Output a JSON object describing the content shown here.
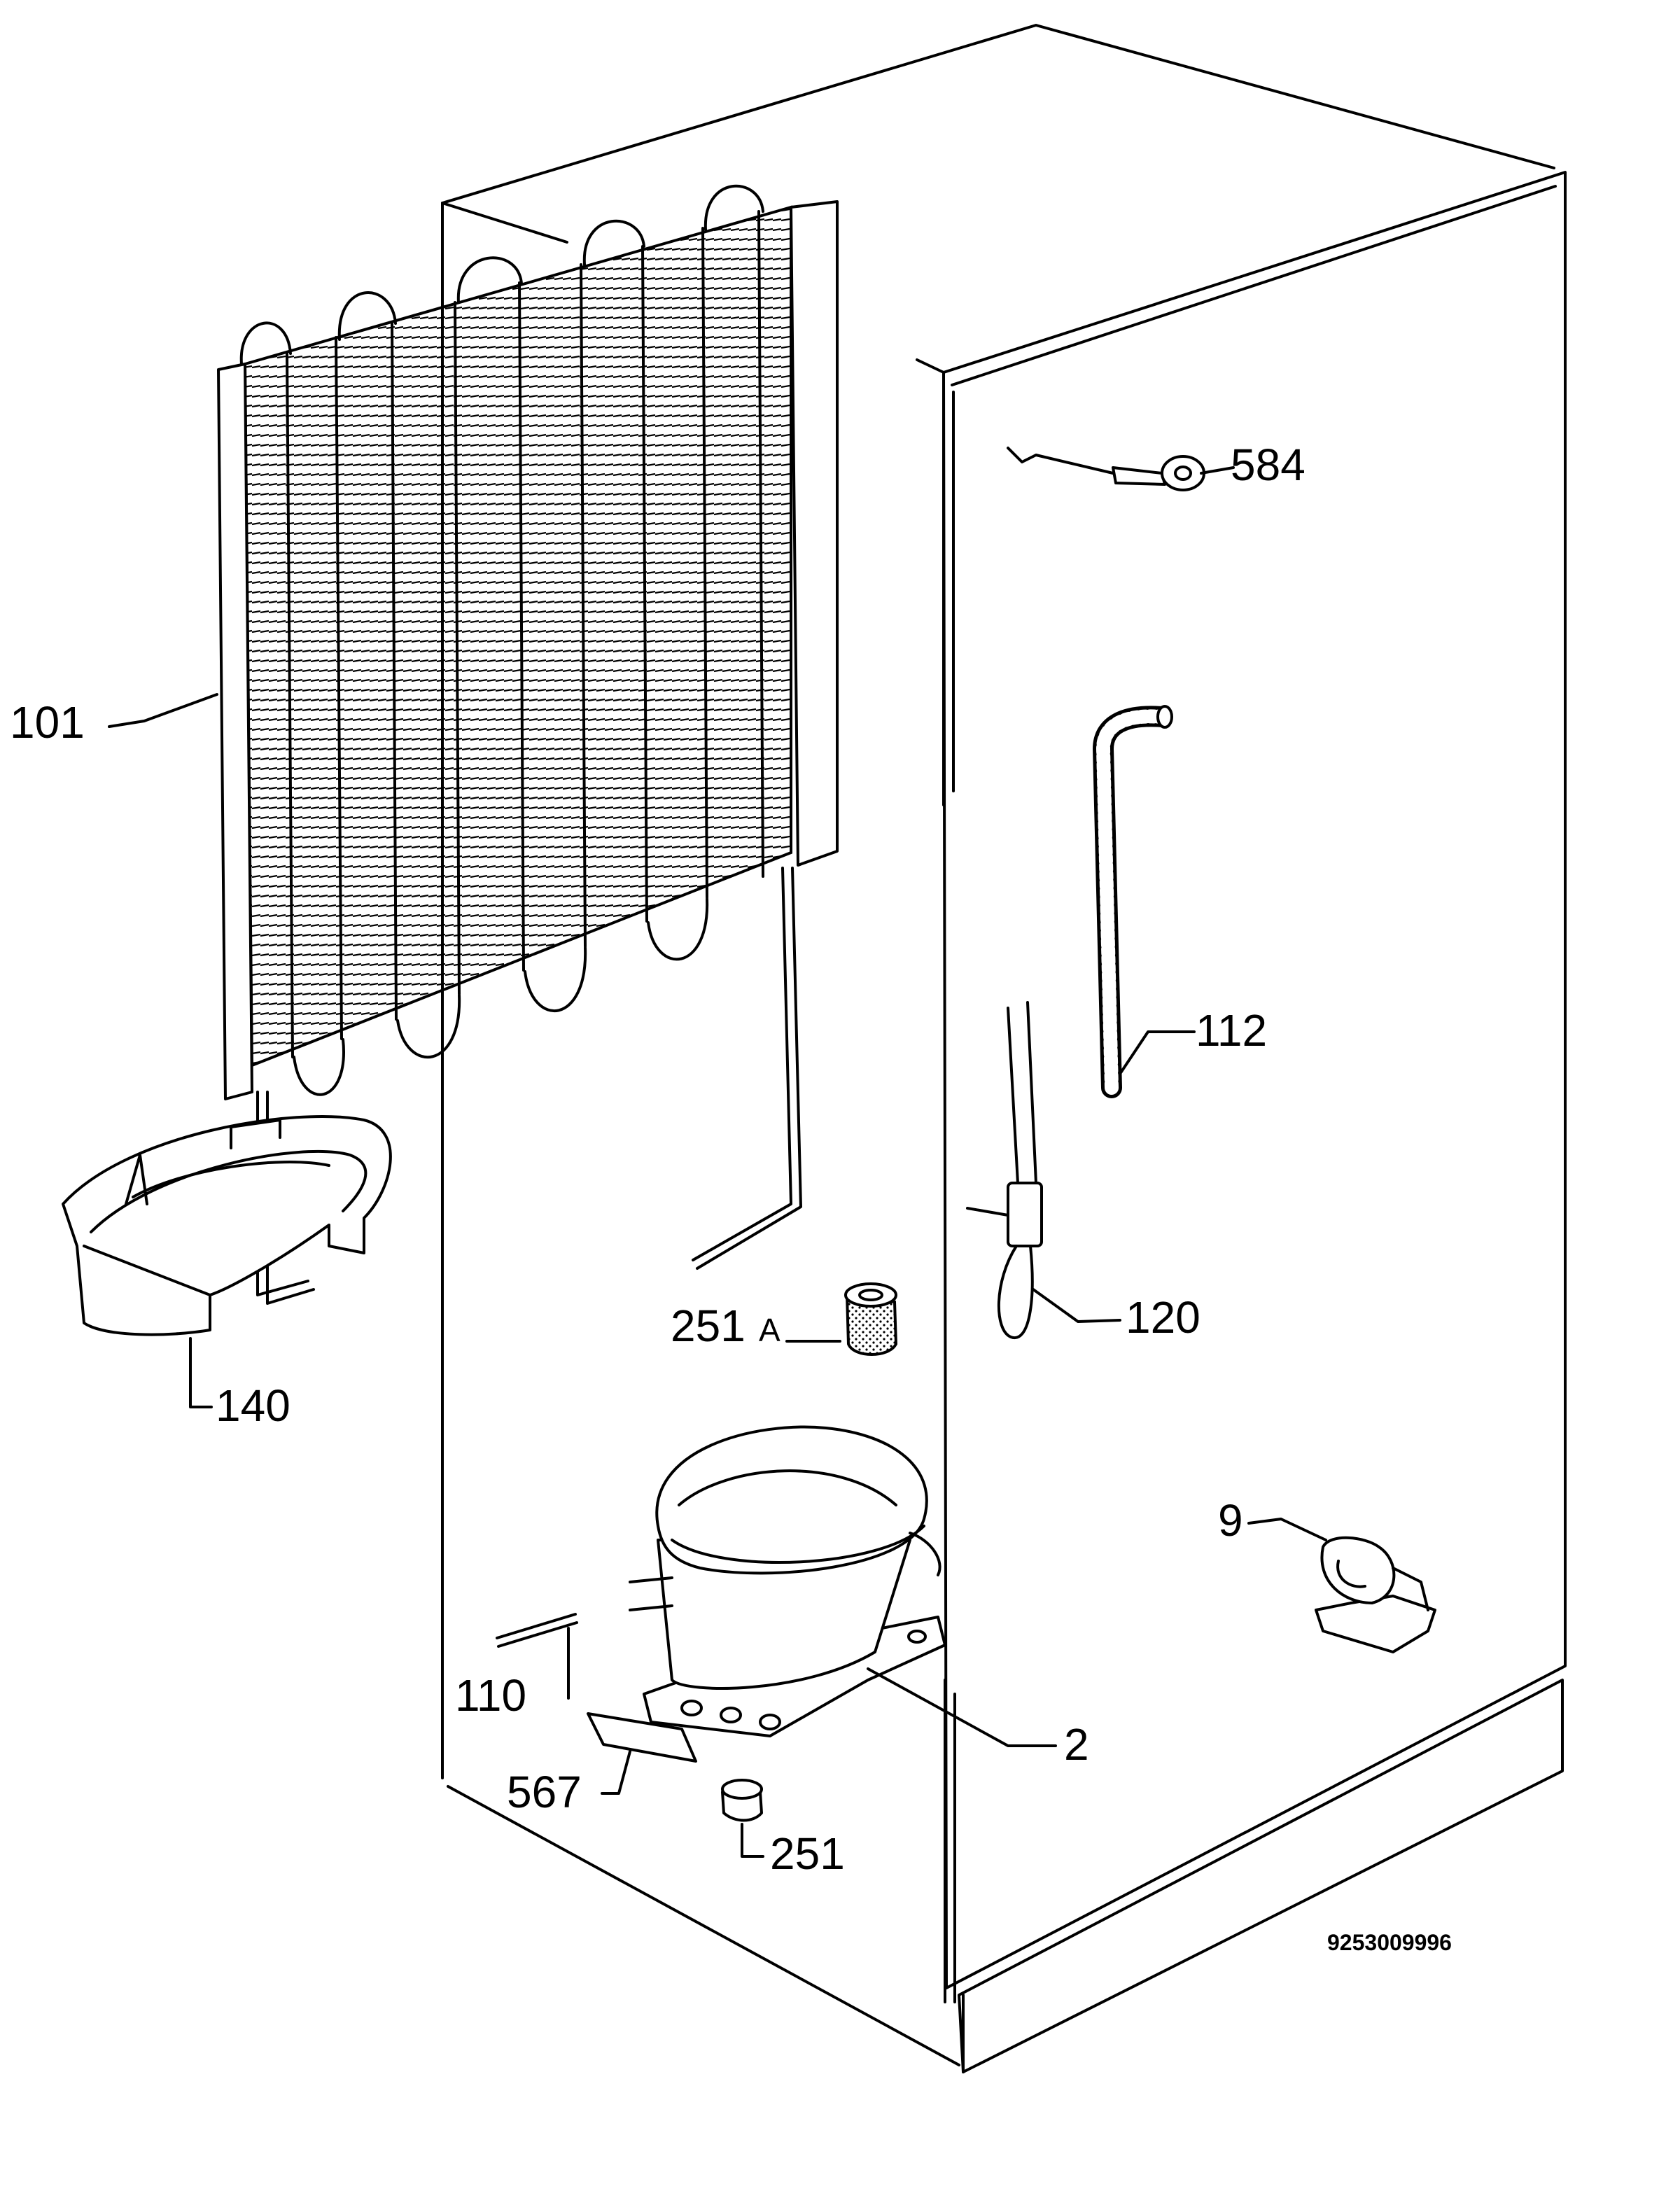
{
  "diagram": {
    "labels": {
      "p584": "584",
      "p101": "101",
      "p112": "112",
      "p120": "120",
      "p251a_num": "251",
      "p251a_suffix": "A",
      "p140": "140",
      "p9": "9",
      "p110": "110",
      "p2": "2",
      "p567": "567",
      "p251": "251"
    },
    "document_number": "9253009996"
  }
}
